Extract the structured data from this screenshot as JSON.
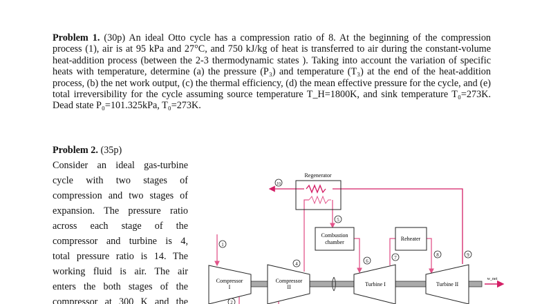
{
  "problem1": {
    "title": "Problem 1.",
    "text": "(30p) An ideal Otto cycle has a compression ratio of 8. At the beginning of the compression process (1), air is at 95 kPa and 27°C, and 750 kJ/kg of heat is transferred to air during the constant-volume heat-addition process (between the 2-3 thermodynamic states ). Taking into account the variation of specific heats with temperature, determine (a) the pressure (P₃) and temperature (T₃) at the end of the heat-addition process, (b) the net work output, (c) the thermal efficiency, (d) the mean effective pressure for the cycle, and (e) total irreversibility for the cycle assuming source temperature T_H=1800K, and sink temperature T₀=273K. Dead state P₀=101.325kPa, T₀=273K."
  },
  "problem2": {
    "title": "Problem 2.",
    "points": "(35p)",
    "lines": [
      "Consider an ideal gas-turbine",
      "cycle with two stages of",
      "compression and two stages of",
      "expansion. The pressure ratio",
      "across each stage of the",
      "compressor and turbine is 4,",
      "total pressure ratio is 14. The",
      "working fluid is air. The air",
      "enters the both stages of the",
      "compressor at 300 K and the"
    ]
  },
  "diagram": {
    "regenerator": "Regenerator",
    "combustion": [
      "Combustion",
      "chamber"
    ],
    "reheater": "Reheater",
    "compressor1": [
      "Compressor",
      "I"
    ],
    "compressor2": [
      "Compressor",
      "II"
    ],
    "turbine1": "Turbine I",
    "turbine2": "Turbine II",
    "wnet": "w_net",
    "states": [
      "1",
      "2",
      "4",
      "5",
      "6",
      "7",
      "8",
      "9",
      "10"
    ],
    "colors": {
      "flow": "#e2548a",
      "hot": "#d41f66"
    }
  }
}
